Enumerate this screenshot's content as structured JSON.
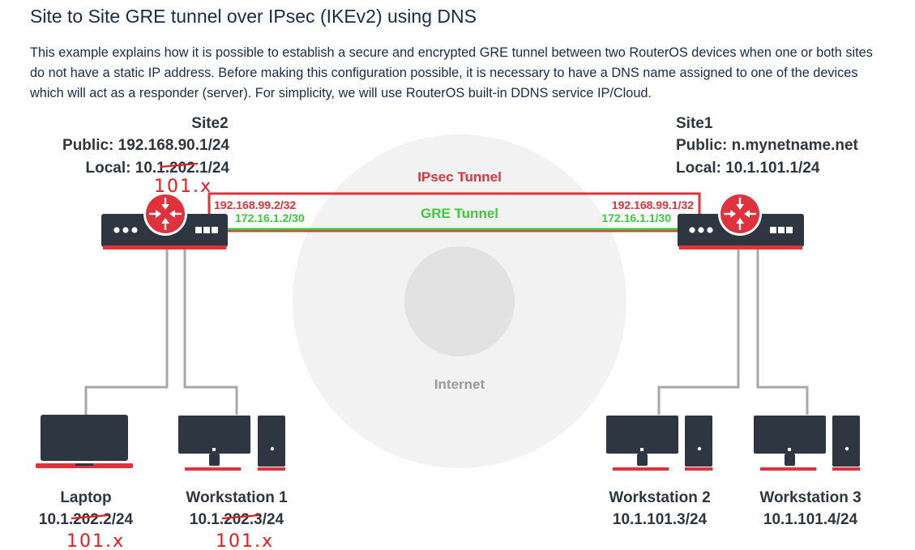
{
  "page": {
    "title": "Site to Site GRE tunnel over IPsec (IKEv2) using DNS",
    "intro": "This example explains how it is possible to establish a secure and encrypted GRE tunnel between two RouterOS devices when one or both sites do not have a static IP address. Before making this configuration possible, it is necessary to have a DNS name assigned to one of the devices which will act as a responder (server). For simplicity, we will use RouterOS built-in DDNS service IP/Cloud."
  },
  "diagram": {
    "site2": {
      "name": "Site2",
      "public": "Public: 192.168.90.1/24",
      "local_prefix": "Local: 10.1.",
      "local_struck": "202.",
      "local_suffix": "1/24",
      "handwritten": "101.x",
      "ipsec_ip": "192.168.99.2/32",
      "gre_ip": "172.16.1.2/30"
    },
    "site1": {
      "name": "Site1",
      "public": "Public: n.mynetname.net",
      "local": "Local: 10.1.101.1/24",
      "ipsec_ip": "192.168.99.1/32",
      "gre_ip": "172.16.1.1/30"
    },
    "ipsec_tunnel_label": "IPsec Tunnel",
    "gre_tunnel_label": "GRE Tunnel",
    "internet_label": "Internet",
    "laptop": {
      "name": "Laptop",
      "ip_prefix": "10.1.",
      "ip_struck": "202.",
      "ip_suffix": "2/24",
      "handwritten": "101.x"
    },
    "workstation1": {
      "name": "Workstation 1",
      "ip_prefix": "10.1.",
      "ip_struck": "202.",
      "ip_suffix": "3/24",
      "handwritten": "101.x"
    },
    "workstation2": {
      "name": "Workstation 2",
      "ip": "10.1.101.3/24"
    },
    "workstation3": {
      "name": "Workstation 3",
      "ip": "10.1.101.4/24"
    },
    "colors": {
      "router_body": "#2e3641",
      "accent_red": "#e0323c",
      "gre_green": "#3cc93c",
      "cable_gray": "#a8a8a8",
      "internet_outer": "#efefef",
      "internet_mid": "#e4e4e4",
      "internet_inner": "#d9d9d9",
      "text_dark": "#172b4d"
    }
  }
}
